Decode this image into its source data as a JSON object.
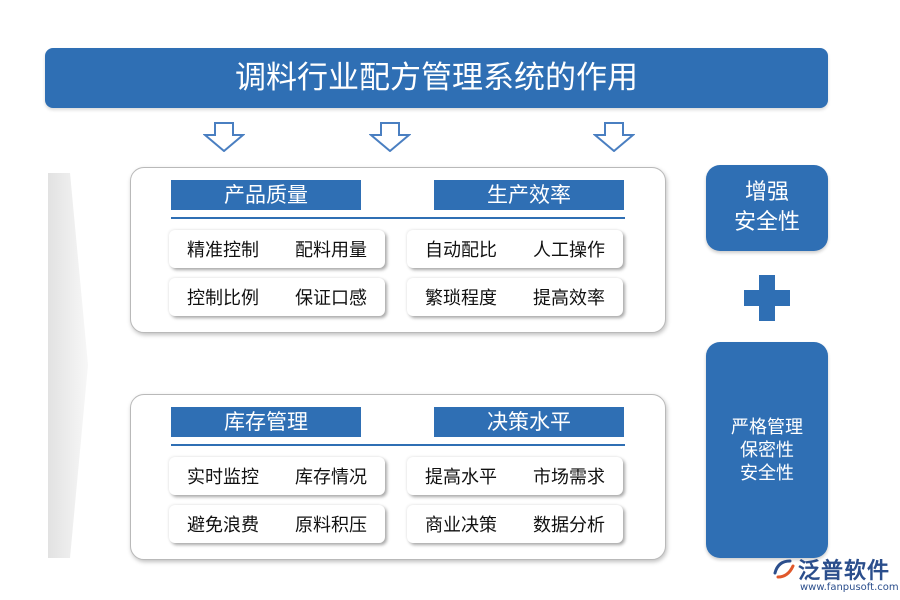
{
  "title": "调料行业配方管理系统的作用",
  "panels": [
    {
      "left": {
        "title": "产品质量",
        "row1": [
          "精准控制",
          "配料用量"
        ],
        "row2": [
          "控制比例",
          "保证口感"
        ]
      },
      "right": {
        "title": "生产效率",
        "row1": [
          "自动配比",
          "人工操作"
        ],
        "row2": [
          "繁琐程度",
          "提高效率"
        ]
      }
    },
    {
      "left": {
        "title": "库存管理",
        "row1": [
          "实时监控",
          "库存情况"
        ],
        "row2": [
          "避免浪费",
          "原料积压"
        ]
      },
      "right": {
        "title": "决策水平",
        "row1": [
          "提高水平",
          "市场需求"
        ],
        "row2": [
          "商业决策",
          "数据分析"
        ]
      }
    }
  ],
  "side": {
    "top": [
      "增强",
      "安全性"
    ],
    "bottom": [
      "严格管理",
      "保密性",
      "安全性"
    ]
  },
  "logo": {
    "name": "泛普软件",
    "url": "www.fanpusoft.com"
  },
  "colors": {
    "primary": "#2f6fb4",
    "arrow_outline": "#4a7fc1",
    "chevron": "#e6e6e6",
    "logo": "#2b4e8c",
    "logo_accent": "#e0582b"
  }
}
